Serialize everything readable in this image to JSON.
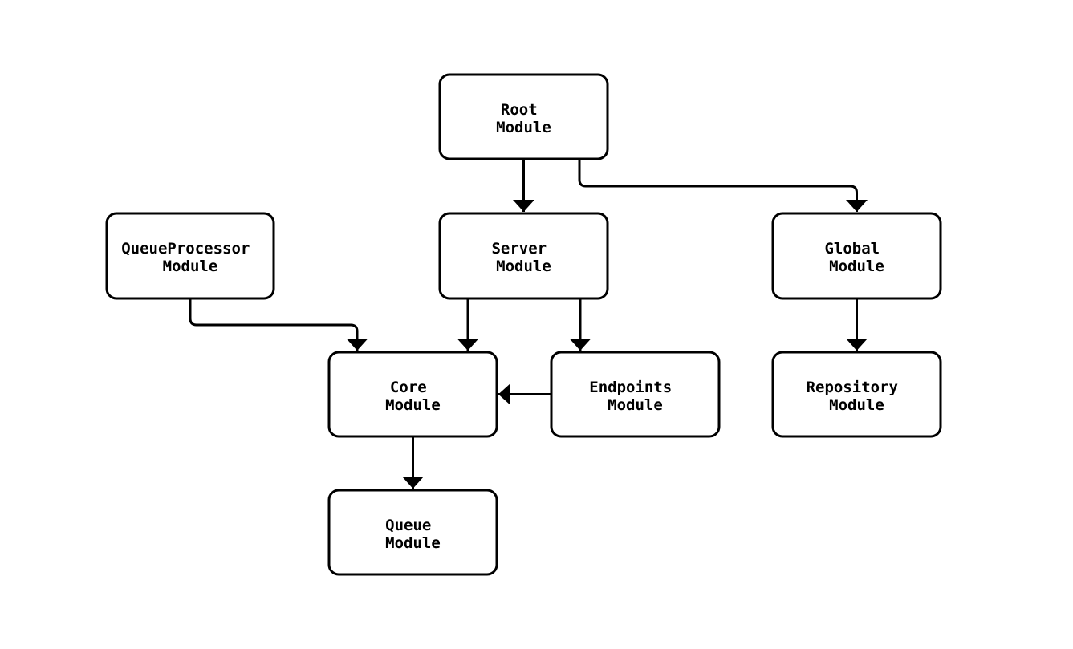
{
  "diagram": {
    "type": "flowchart",
    "direction": "top-down",
    "description": "Module dependency graph",
    "colors": {
      "background": "#ffffff",
      "node_fill": "#ffffff",
      "node_border": "#000000",
      "edge": "#000000",
      "text": "#000000"
    },
    "nodes": [
      {
        "id": "root",
        "line1": "Root",
        "line2": "Module"
      },
      {
        "id": "queueprocessor",
        "line1": "QueueProcessor",
        "line2": "Module"
      },
      {
        "id": "server",
        "line1": "Server",
        "line2": "Module"
      },
      {
        "id": "global",
        "line1": "Global",
        "line2": "Module"
      },
      {
        "id": "core",
        "line1": "Core",
        "line2": "Module"
      },
      {
        "id": "endpoints",
        "line1": "Endpoints",
        "line2": "Module"
      },
      {
        "id": "repository",
        "line1": "Repository",
        "line2": "Module"
      },
      {
        "id": "queue",
        "line1": "Queue",
        "line2": "Module"
      }
    ],
    "edges": [
      {
        "from": "root",
        "to": "server"
      },
      {
        "from": "root",
        "to": "global"
      },
      {
        "from": "queueprocessor",
        "to": "core"
      },
      {
        "from": "server",
        "to": "core"
      },
      {
        "from": "server",
        "to": "endpoints"
      },
      {
        "from": "endpoints",
        "to": "core"
      },
      {
        "from": "global",
        "to": "repository"
      },
      {
        "from": "core",
        "to": "queue"
      }
    ]
  }
}
